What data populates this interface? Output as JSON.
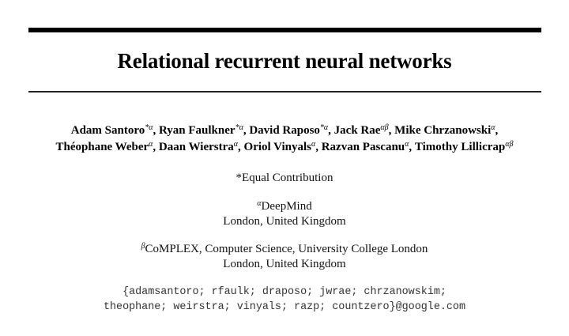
{
  "paper": {
    "title": "Relational recurrent neural networks",
    "authors": [
      {
        "name": "Adam Santoro",
        "mark": "*α",
        "sep": ", "
      },
      {
        "name": "Ryan Faulkner",
        "mark": "*α",
        "sep": ", "
      },
      {
        "name": "David Raposo",
        "mark": "*α",
        "sep": ", "
      },
      {
        "name": "Jack Rae",
        "mark": "αβ",
        "sep": ", "
      },
      {
        "name": "Mike Chrzanowski",
        "mark": "α",
        "sep": ","
      },
      {
        "name": "Théophane Weber",
        "mark": "α",
        "sep": ", "
      },
      {
        "name": "Daan Wierstra",
        "mark": "α",
        "sep": ", "
      },
      {
        "name": "Oriol Vinyals",
        "mark": "α",
        "sep": ", "
      },
      {
        "name": "Razvan Pascanu",
        "mark": "α",
        "sep": ", "
      },
      {
        "name": "Timothy Lillicrap",
        "mark": "αβ",
        "sep": ""
      }
    ],
    "equal_contribution": "*Equal Contribution",
    "affiliations": [
      {
        "mark": "α",
        "line1": "DeepMind",
        "line2": "London, United Kingdom"
      },
      {
        "mark": "β",
        "line1": "CoMPLEX, Computer Science, University College London",
        "line2": "London, United Kingdom"
      }
    ],
    "emails": {
      "line1": "{adamsantoro; rfaulk; draposo; jwrae; chrzanowskim;",
      "line2": "theophane; weirstra; vinyals; razp; countzero}@google.com"
    }
  }
}
